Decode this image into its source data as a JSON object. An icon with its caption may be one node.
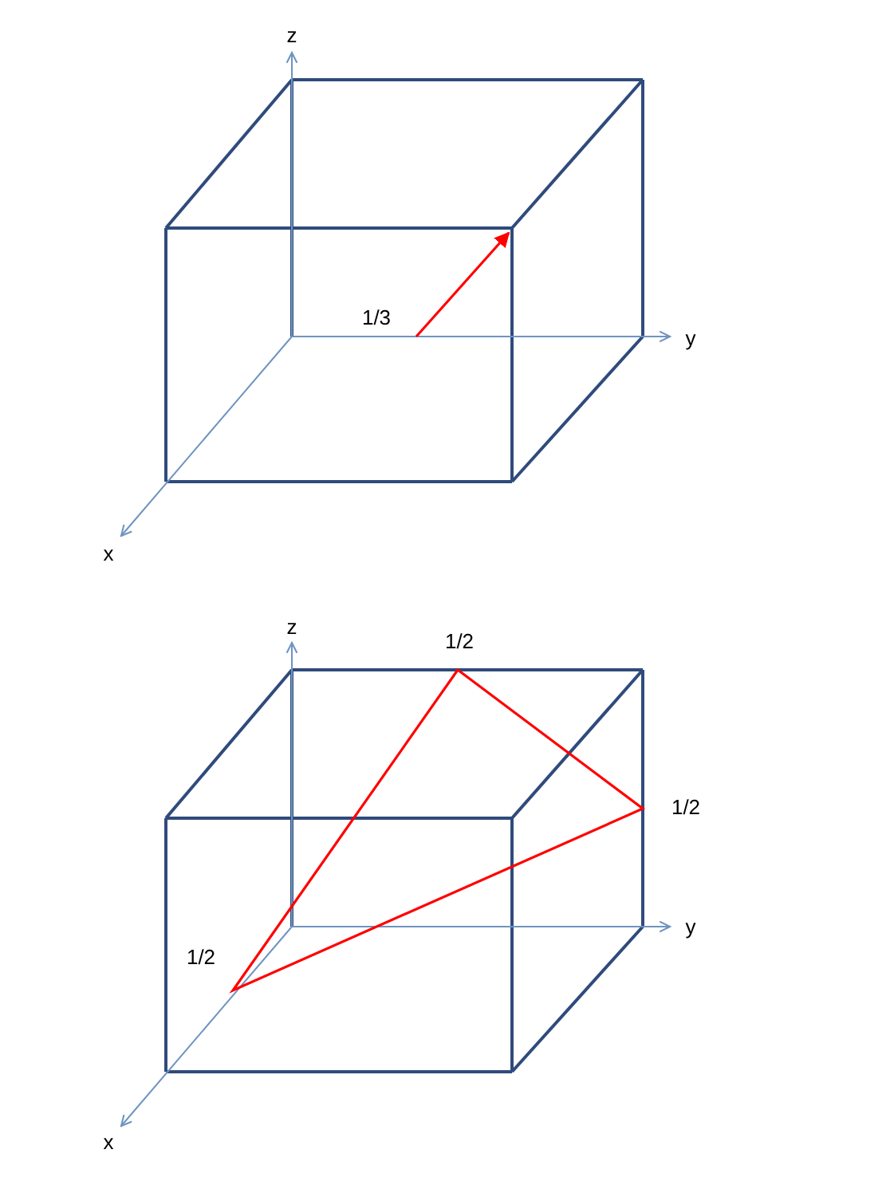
{
  "diagram": {
    "labels": [
      "z",
      "1/3",
      "y",
      "x",
      "z",
      "1/2",
      "1/2",
      "y",
      "1/2",
      "x"
    ]
  }
}
